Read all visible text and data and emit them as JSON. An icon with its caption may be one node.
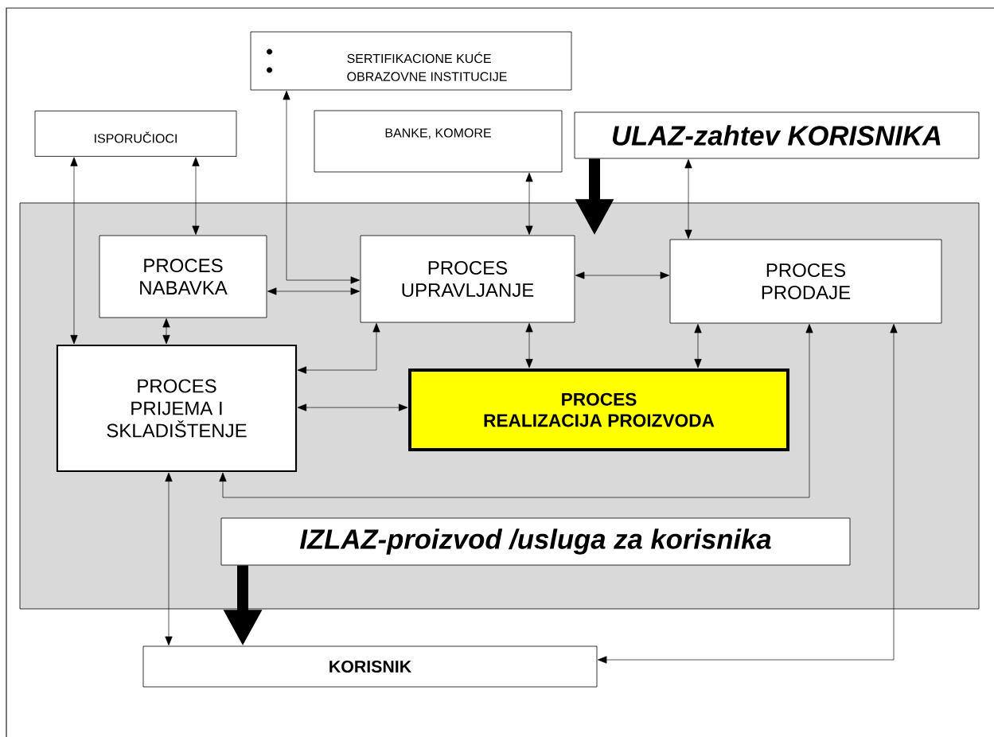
{
  "diagram": {
    "nodes": [
      {
        "text": [],
        "shape": "box"
      },
      {
        "text": [
          "SERTIFIKACIONE KUĆE",
          "OBRAZOVNE INSTITUCIJE"
        ]
      },
      {
        "text": [
          "ISPORUČIOCI"
        ]
      },
      {
        "text": [
          "BANKE, KOMORE"
        ]
      },
      {
        "text": [
          "ULAZ-zahtev KORISNIKA"
        ]
      },
      {
        "text": [
          "PROCES NABAVKA"
        ],
        "in": 0
      },
      {
        "text": [
          "PROCES UPRAVLJANJE"
        ],
        "in": 0
      },
      {
        "text": [
          "PROCES PRODAJE"
        ],
        "in": 0
      },
      {
        "text": [
          "PROCES PRIJEMA I SKLADIŠTENJE"
        ],
        "in": 0
      },
      {
        "text": [
          "PROCES REALIZACIJA PROIZVODA"
        ],
        "in": 0
      },
      {
        "text": [
          "IZLAZ-proizvod /usluga za korisnika"
        ],
        "in": 0
      },
      {
        "text": [
          "KORISNIK"
        ]
      }
    ],
    "edges": [
      {
        "from": 2,
        "to": 8,
        "arrow": "both"
      },
      {
        "from": 2,
        "to": 5,
        "arrow": "both"
      },
      {
        "from": 6,
        "to": 1,
        "arrow": "both"
      },
      {
        "from": 5,
        "to": 6,
        "arrow": "both"
      },
      {
        "from": 3,
        "to": 6,
        "arrow": "both"
      },
      {
        "from": 4,
        "to": 7,
        "arrow": "both"
      },
      {
        "from": 4,
        "to": 0,
        "arrow": "to",
        "style": "thick"
      },
      {
        "from": 6,
        "to": 7,
        "arrow": "both"
      },
      {
        "from": 5,
        "to": 8,
        "arrow": "both"
      },
      {
        "from": 6,
        "to": 8,
        "arrow": "both"
      },
      {
        "from": 6,
        "to": 9,
        "arrow": "both"
      },
      {
        "from": 7,
        "to": 9,
        "arrow": "both"
      },
      {
        "from": 8,
        "to": 9,
        "arrow": "both"
      },
      {
        "from": 7,
        "to": 8,
        "arrow": "both"
      },
      {
        "from": 8,
        "to": 11,
        "arrow": "both"
      },
      {
        "from": 10,
        "to": 11,
        "arrow": "to",
        "style": "thick"
      },
      {
        "from": 7,
        "to": 11,
        "arrow": "both"
      }
    ]
  }
}
